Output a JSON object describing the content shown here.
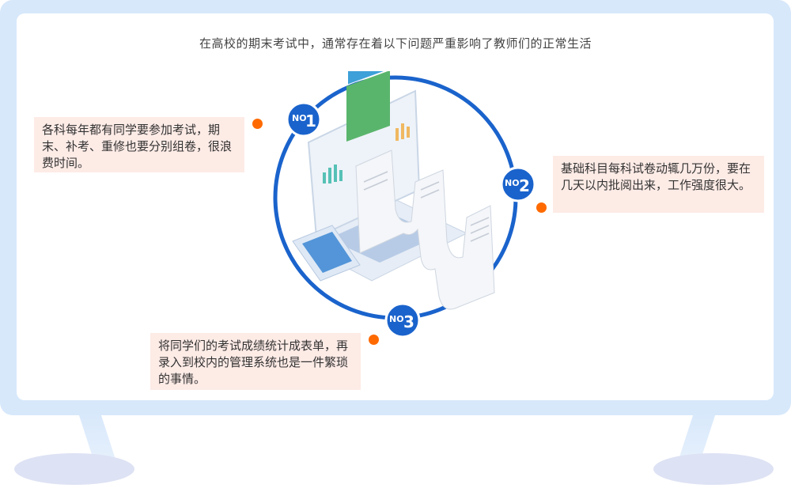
{
  "heading": "在高校的期末考试中，通常存在着以下问题严重影响了教师们的正常生活",
  "items": [
    {
      "badge": "NO.1",
      "badge_prefix": "NO",
      "badge_num": "1",
      "text": "各科每年都有同学要参加考试，期末、补考、重修也要分别组卷，很浪费时间。"
    },
    {
      "badge": "NO.2",
      "badge_prefix": "NO",
      "badge_num": "2",
      "text": "基础科目每科试卷动辄几万份，要在几天以内批阅出来，工作强度很大。"
    },
    {
      "badge": "NO.3",
      "badge_prefix": "NO",
      "badge_num": "3",
      "text": "将同学们的考试成绩统计成表单，再录入到校内的管理系统也是一件繁琐的事情。"
    }
  ],
  "colors": {
    "ring": "#1a63cc",
    "badge": "#1a63cc",
    "dot": "#ff6a00",
    "note_bg": "#fdebe6",
    "frame": "#d7e8fb"
  }
}
